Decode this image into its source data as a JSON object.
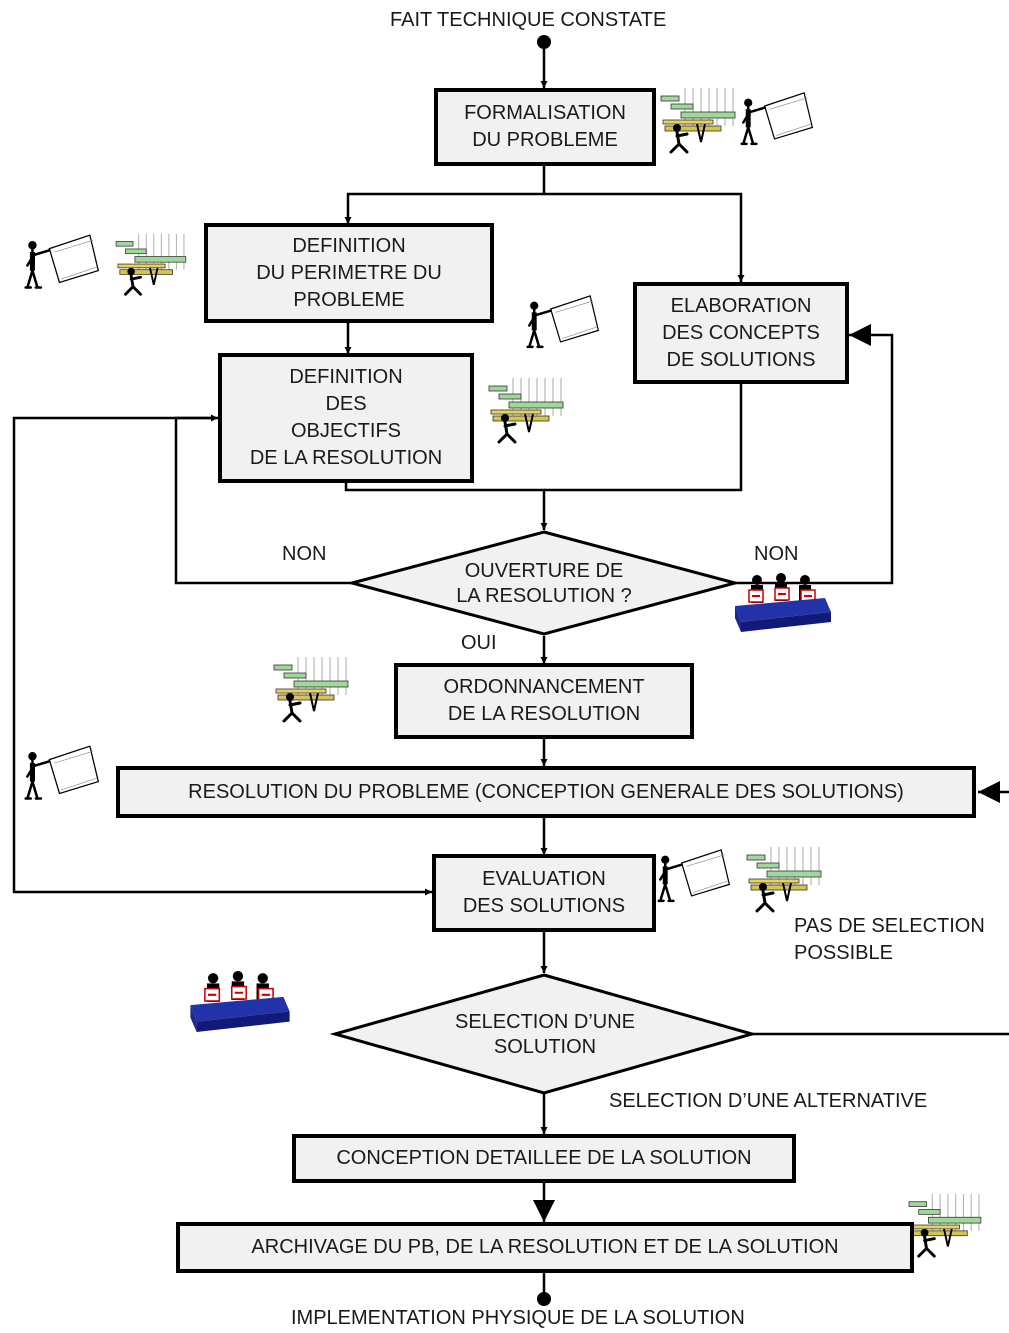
{
  "start_label": "FAIT TECHNIQUE CONSTATE",
  "end_label": "IMPLEMENTATION PHYSIQUE DE LA SOLUTION",
  "nodes": {
    "formalisation": [
      "FORMALISATION",
      "DU PROBLEME"
    ],
    "perimetre": [
      "DEFINITION",
      "DU PERIMETRE DU",
      "PROBLEME"
    ],
    "objectifs": [
      "DEFINITION",
      "DES",
      "OBJECTIFS",
      "DE LA RESOLUTION"
    ],
    "concepts": [
      "ELABORATION",
      "DES CONCEPTS",
      "DE SOLUTIONS"
    ],
    "ouverture": [
      "OUVERTURE DE",
      "LA RESOLUTION ?"
    ],
    "ordonnancement": [
      "ORDONNANCEMENT",
      "DE LA RESOLUTION"
    ],
    "resolution": [
      "RESOLUTION DU PROBLEME (CONCEPTION GENERALE DES SOLUTIONS)"
    ],
    "evaluation": [
      "EVALUATION",
      "DES SOLUTIONS"
    ],
    "selection": [
      "SELECTION D’UNE",
      "SOLUTION"
    ],
    "conception": [
      "CONCEPTION DETAILLEE DE LA SOLUTION"
    ],
    "archivage": [
      "ARCHIVAGE DU PB, DE LA RESOLUTION ET DE LA SOLUTION"
    ]
  },
  "edge_labels": {
    "non_left": "NON",
    "non_right": "NON",
    "oui": "OUI",
    "pas_de_selection": [
      "PAS DE SELECTION",
      "POSSIBLE"
    ],
    "alternative": "SELECTION D’UNE ALTERNATIVE"
  },
  "icons": {
    "presenter": "presenter-whiteboard-icon",
    "gantt": "gantt-chart-icon",
    "meeting": "meeting-table-icon"
  },
  "colors": {
    "node_fill": "#f1f1f1",
    "line": "#000000",
    "meeting_table": "#1f2fa8",
    "gantt_bar": "#9ed99a"
  }
}
